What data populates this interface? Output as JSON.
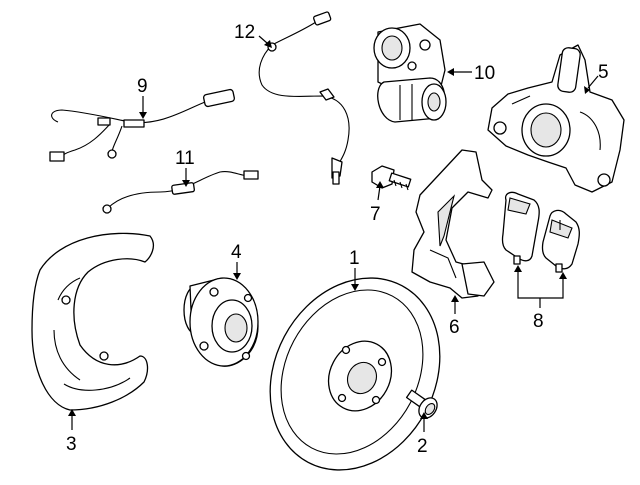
{
  "callouts": [
    {
      "id": "c1",
      "label": "1",
      "part": "brake-rotor"
    },
    {
      "id": "c2",
      "label": "2",
      "part": "rotor-screw"
    },
    {
      "id": "c3",
      "label": "3",
      "part": "splash-shield"
    },
    {
      "id": "c4",
      "label": "4",
      "part": "hub-bearing"
    },
    {
      "id": "c5",
      "label": "5",
      "part": "caliper"
    },
    {
      "id": "c6",
      "label": "6",
      "part": "caliper-bracket"
    },
    {
      "id": "c7",
      "label": "7",
      "part": "bracket-bolt"
    },
    {
      "id": "c8",
      "label": "8",
      "part": "brake-pads"
    },
    {
      "id": "c9",
      "label": "9",
      "part": "wear-sensor-wire"
    },
    {
      "id": "c10",
      "label": "10",
      "part": "parking-brake-motor"
    },
    {
      "id": "c11",
      "label": "11",
      "part": "sensor-wire-lower"
    },
    {
      "id": "c12",
      "label": "12",
      "part": "abs-sensor"
    }
  ]
}
